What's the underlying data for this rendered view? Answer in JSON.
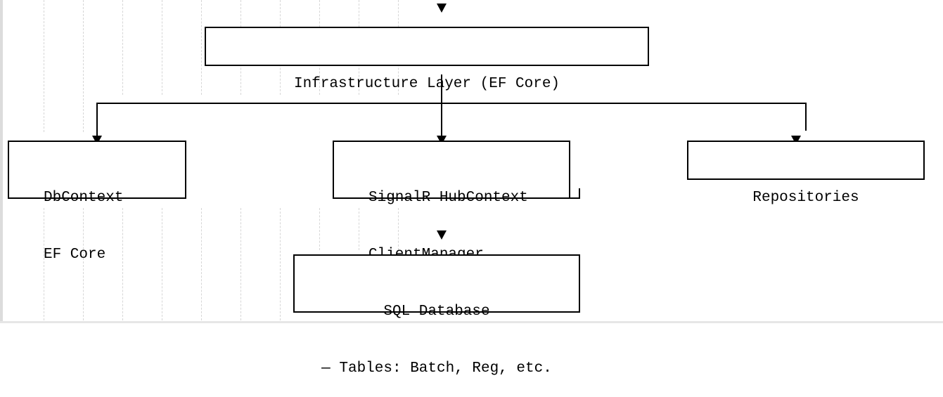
{
  "diagram": {
    "top_box": {
      "label": "Infrastructure Layer (EF Core)"
    },
    "children": [
      {
        "lines": [
          "DbContext",
          "EF Core"
        ]
      },
      {
        "lines": [
          "SignalR HubContext",
          "ClientManager"
        ]
      },
      {
        "lines": [
          "Repositories"
        ]
      }
    ],
    "database_box": {
      "lines": [
        "SQL Database",
        "— Tables: Batch, Reg, etc."
      ]
    },
    "colors": {
      "stroke": "#000000",
      "background": "#ffffff",
      "guide": "#d6d6d6"
    }
  }
}
